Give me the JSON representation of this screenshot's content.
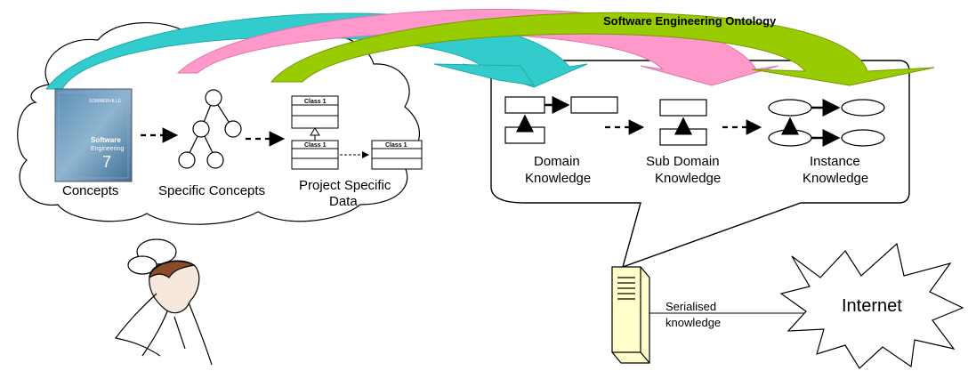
{
  "title": "Software Engineering  Ontology",
  "left_cloud": {
    "concepts_label": "Concepts",
    "specific_concepts_label": "Specific Concepts",
    "project_data_label_line1": "Project Specific",
    "project_data_label_line2": "Data",
    "class_labels": [
      "Class 1",
      "Class 1",
      "Class 1"
    ],
    "book": {
      "author": "SOMMERVILLE",
      "title_line1": "Software",
      "title_line2": "Engineering",
      "edition": "7"
    }
  },
  "ontology_panel": {
    "domain_label_line1": "Domain",
    "domain_label_line2": "Knowledge",
    "subdomain_label_line1": "Sub Domain",
    "subdomain_label_line2": "Knowledge",
    "instance_label_line1": "Instance",
    "instance_label_line2": "Knowledge"
  },
  "network": {
    "link_label_line1": "Serialised",
    "link_label_line2": "knowledge",
    "internet_label": "Internet"
  },
  "colors": {
    "cyan_arrow": "#33cccc",
    "pink_arrow": "#ff99cc",
    "green_arrow": "#99cc00",
    "server_fill": "#ffffcc"
  }
}
